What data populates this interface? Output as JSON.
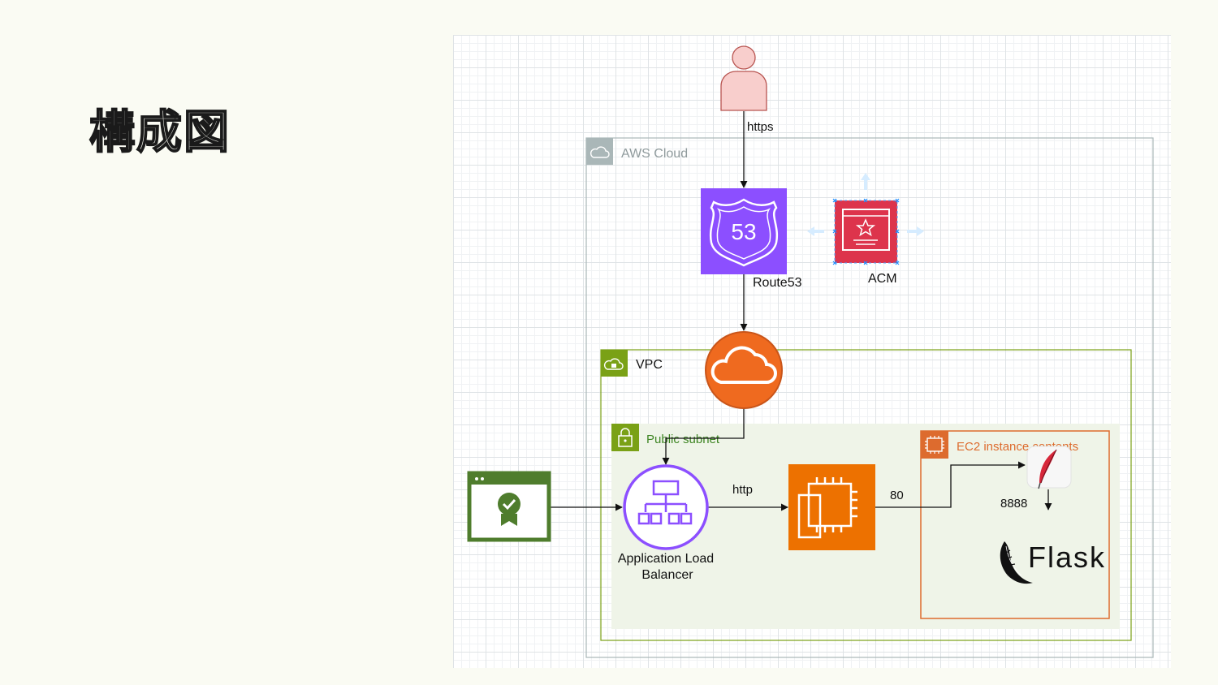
{
  "page": {
    "title": "構成図"
  },
  "diagram": {
    "groups": {
      "aws_cloud": "AWS Cloud",
      "vpc": "VPC",
      "public_subnet": "Public subnet",
      "ec2_contents": "EC2 instance contents"
    },
    "nodes": {
      "route53": {
        "label": "Route53",
        "icon_text": "53"
      },
      "acm": {
        "label": "ACM"
      },
      "alb": {
        "label_line1": "Application Load",
        "label_line2": "Balancer"
      },
      "flask": {
        "label": "Flask"
      }
    },
    "edges": {
      "user_to_route53": "https",
      "alb_to_ec2": "http",
      "ec2_port": "80",
      "app_port": "8888"
    },
    "colors": {
      "route53": "#8c4fff",
      "acm": "#dd344c",
      "internet_gateway": "#ef6a1f",
      "ec2": "#ed7100",
      "alb": "#8c4fff",
      "certificate": "#4f7d2d",
      "aws_cloud_border": "#aab7b8",
      "vpc_border": "#7aa116",
      "public_subnet_fill": "#eff4e8",
      "ec2_contents_border": "#dd6b2e",
      "user": "#f8cecc"
    }
  }
}
